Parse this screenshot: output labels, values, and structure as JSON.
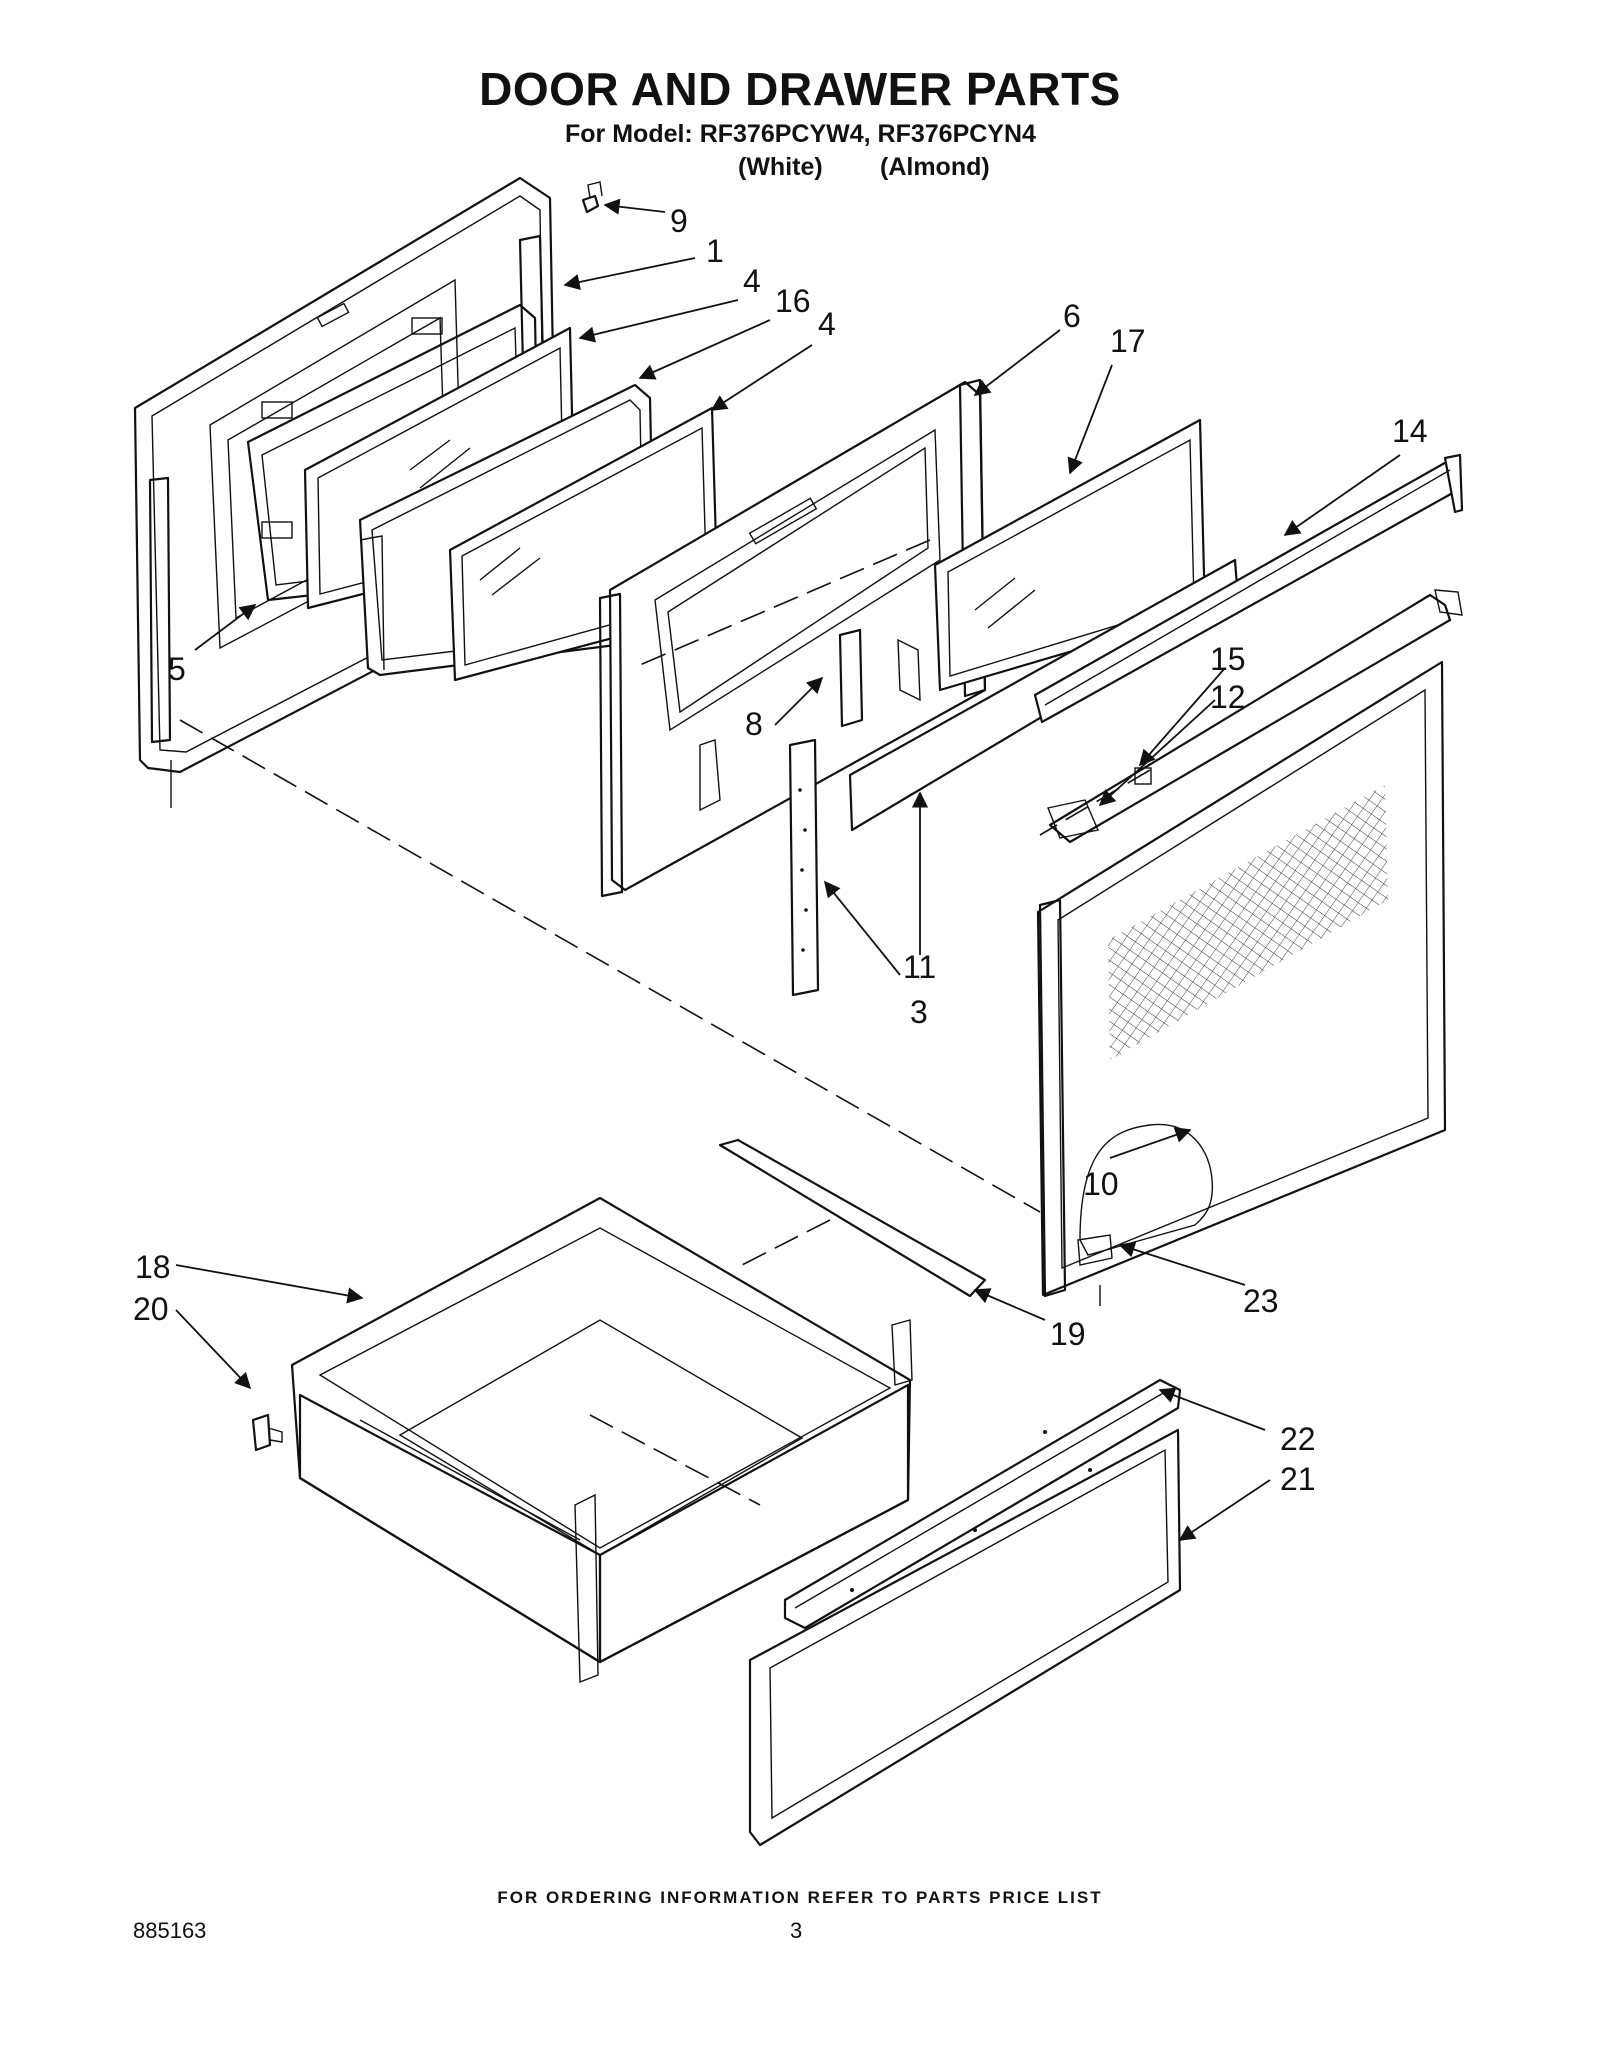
{
  "header": {
    "title": "DOOR AND DRAWER PARTS",
    "subtitle": "For Model: RF376PCYW4, RF376PCYN4",
    "variant_white": "(White)",
    "variant_almond": "(Almond)"
  },
  "callouts": {
    "c1": "1",
    "c3": "3",
    "c4a": "4",
    "c4b": "4",
    "c5": "5",
    "c6": "6",
    "c8": "8",
    "c9": "9",
    "c10": "10",
    "c11": "11",
    "c12": "12",
    "c14": "14",
    "c15": "15",
    "c16": "16",
    "c17": "17",
    "c18": "18",
    "c19": "19",
    "c20": "20",
    "c21": "21",
    "c22": "22",
    "c23": "23"
  },
  "footer": {
    "ordering_note": "FOR ORDERING INFORMATION REFER TO PARTS PRICE LIST",
    "document_number": "885163",
    "page_number": "3"
  }
}
